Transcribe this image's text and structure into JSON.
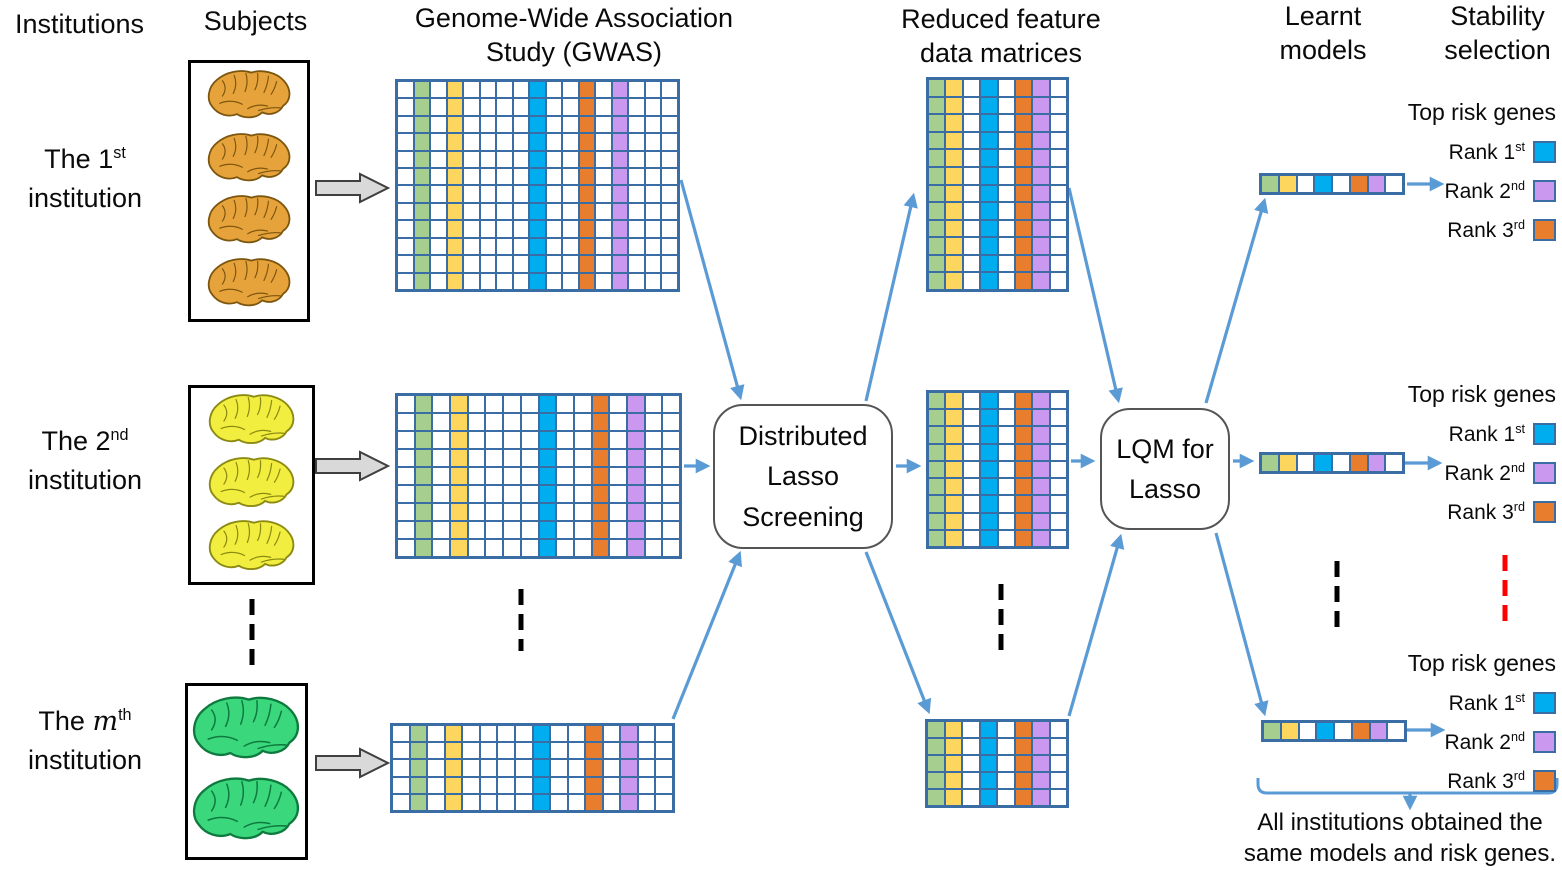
{
  "headers": {
    "institutions": "Institutions",
    "subjects": "Subjects",
    "gwas": "Genome-Wide Association\nStudy (GWAS)",
    "reduced": "Reduced feature\ndata matrices",
    "learnt": "Learnt\nmodels",
    "stability": "Stability\nselection"
  },
  "institutions": [
    {
      "pre": "The 1",
      "m": "",
      "sup": "st",
      "line2": "institution"
    },
    {
      "pre": "The 2",
      "m": "",
      "sup": "nd",
      "line2": "institution"
    },
    {
      "pre": "The ",
      "m": "m",
      "sup": "th",
      "line2": "institution"
    }
  ],
  "subjects_groups": [
    {
      "count": 4,
      "fill": "#e7a33b",
      "stroke": "#7c560e",
      "height": 56
    },
    {
      "count": 3,
      "fill": "#f1ee3f",
      "stroke": "#8c8a12",
      "height": 58
    },
    {
      "count": 2,
      "fill": "#3bd77d",
      "stroke": "#0e7a3e",
      "height": 72
    }
  ],
  "boxes": {
    "lasso": "Distributed\nLasso\nScreening",
    "lqm": "LQM for\nLasso"
  },
  "stability": {
    "title": "Top risk genes",
    "ranks": [
      {
        "label": "Rank 1",
        "sup": "st",
        "color": "blue"
      },
      {
        "label": "Rank 2",
        "sup": "nd",
        "color": "purple"
      },
      {
        "label": "Rank 3",
        "sup": "rd",
        "color": "orange"
      }
    ]
  },
  "note": "All institutions obtained the\nsame models and risk genes.",
  "palette": {
    "grid_border": "#3a6da4",
    "arrow_blue": "#5b9bd5",
    "green": "#a6ce8e",
    "yellow": "#fcd65d",
    "blue": "#00aeef",
    "orange": "#e87e2d",
    "purple": "#cb98f0",
    "white": "#ffffff",
    "dash_black": "#000000",
    "dash_red": "#ff0000",
    "flow_arrow_fill": "#d9d9d9",
    "flow_arrow_border": "#3f3f3f"
  },
  "matrices": {
    "gwas1": {
      "cols": 17,
      "rows": 12,
      "col_colors": {
        "1": "green",
        "3": "yellow",
        "8": "blue",
        "11": "orange",
        "13": "purple"
      }
    },
    "gwas2": {
      "cols": 16,
      "rows": 9,
      "col_colors": {
        "1": "green",
        "3": "yellow",
        "8": "blue",
        "11": "orange",
        "13": "purple"
      }
    },
    "gwas3": {
      "cols": 16,
      "rows": 5,
      "col_colors": {
        "1": "green",
        "3": "yellow",
        "8": "blue",
        "11": "orange",
        "13": "purple"
      }
    },
    "reduced1": {
      "cols": 8,
      "rows": 12,
      "col_colors": [
        "green",
        "yellow",
        "white",
        "blue",
        "white",
        "orange",
        "purple",
        "white"
      ]
    },
    "reduced2": {
      "cols": 8,
      "rows": 9,
      "col_colors": [
        "green",
        "yellow",
        "white",
        "blue",
        "white",
        "orange",
        "purple",
        "white"
      ]
    },
    "reduced3": {
      "cols": 8,
      "rows": 5,
      "col_colors": [
        "green",
        "yellow",
        "white",
        "blue",
        "white",
        "orange",
        "purple",
        "white"
      ]
    },
    "model": {
      "cols": 8,
      "rows": 1,
      "col_colors": [
        "green",
        "yellow",
        "white",
        "blue",
        "white",
        "orange",
        "purple",
        "white"
      ]
    }
  }
}
